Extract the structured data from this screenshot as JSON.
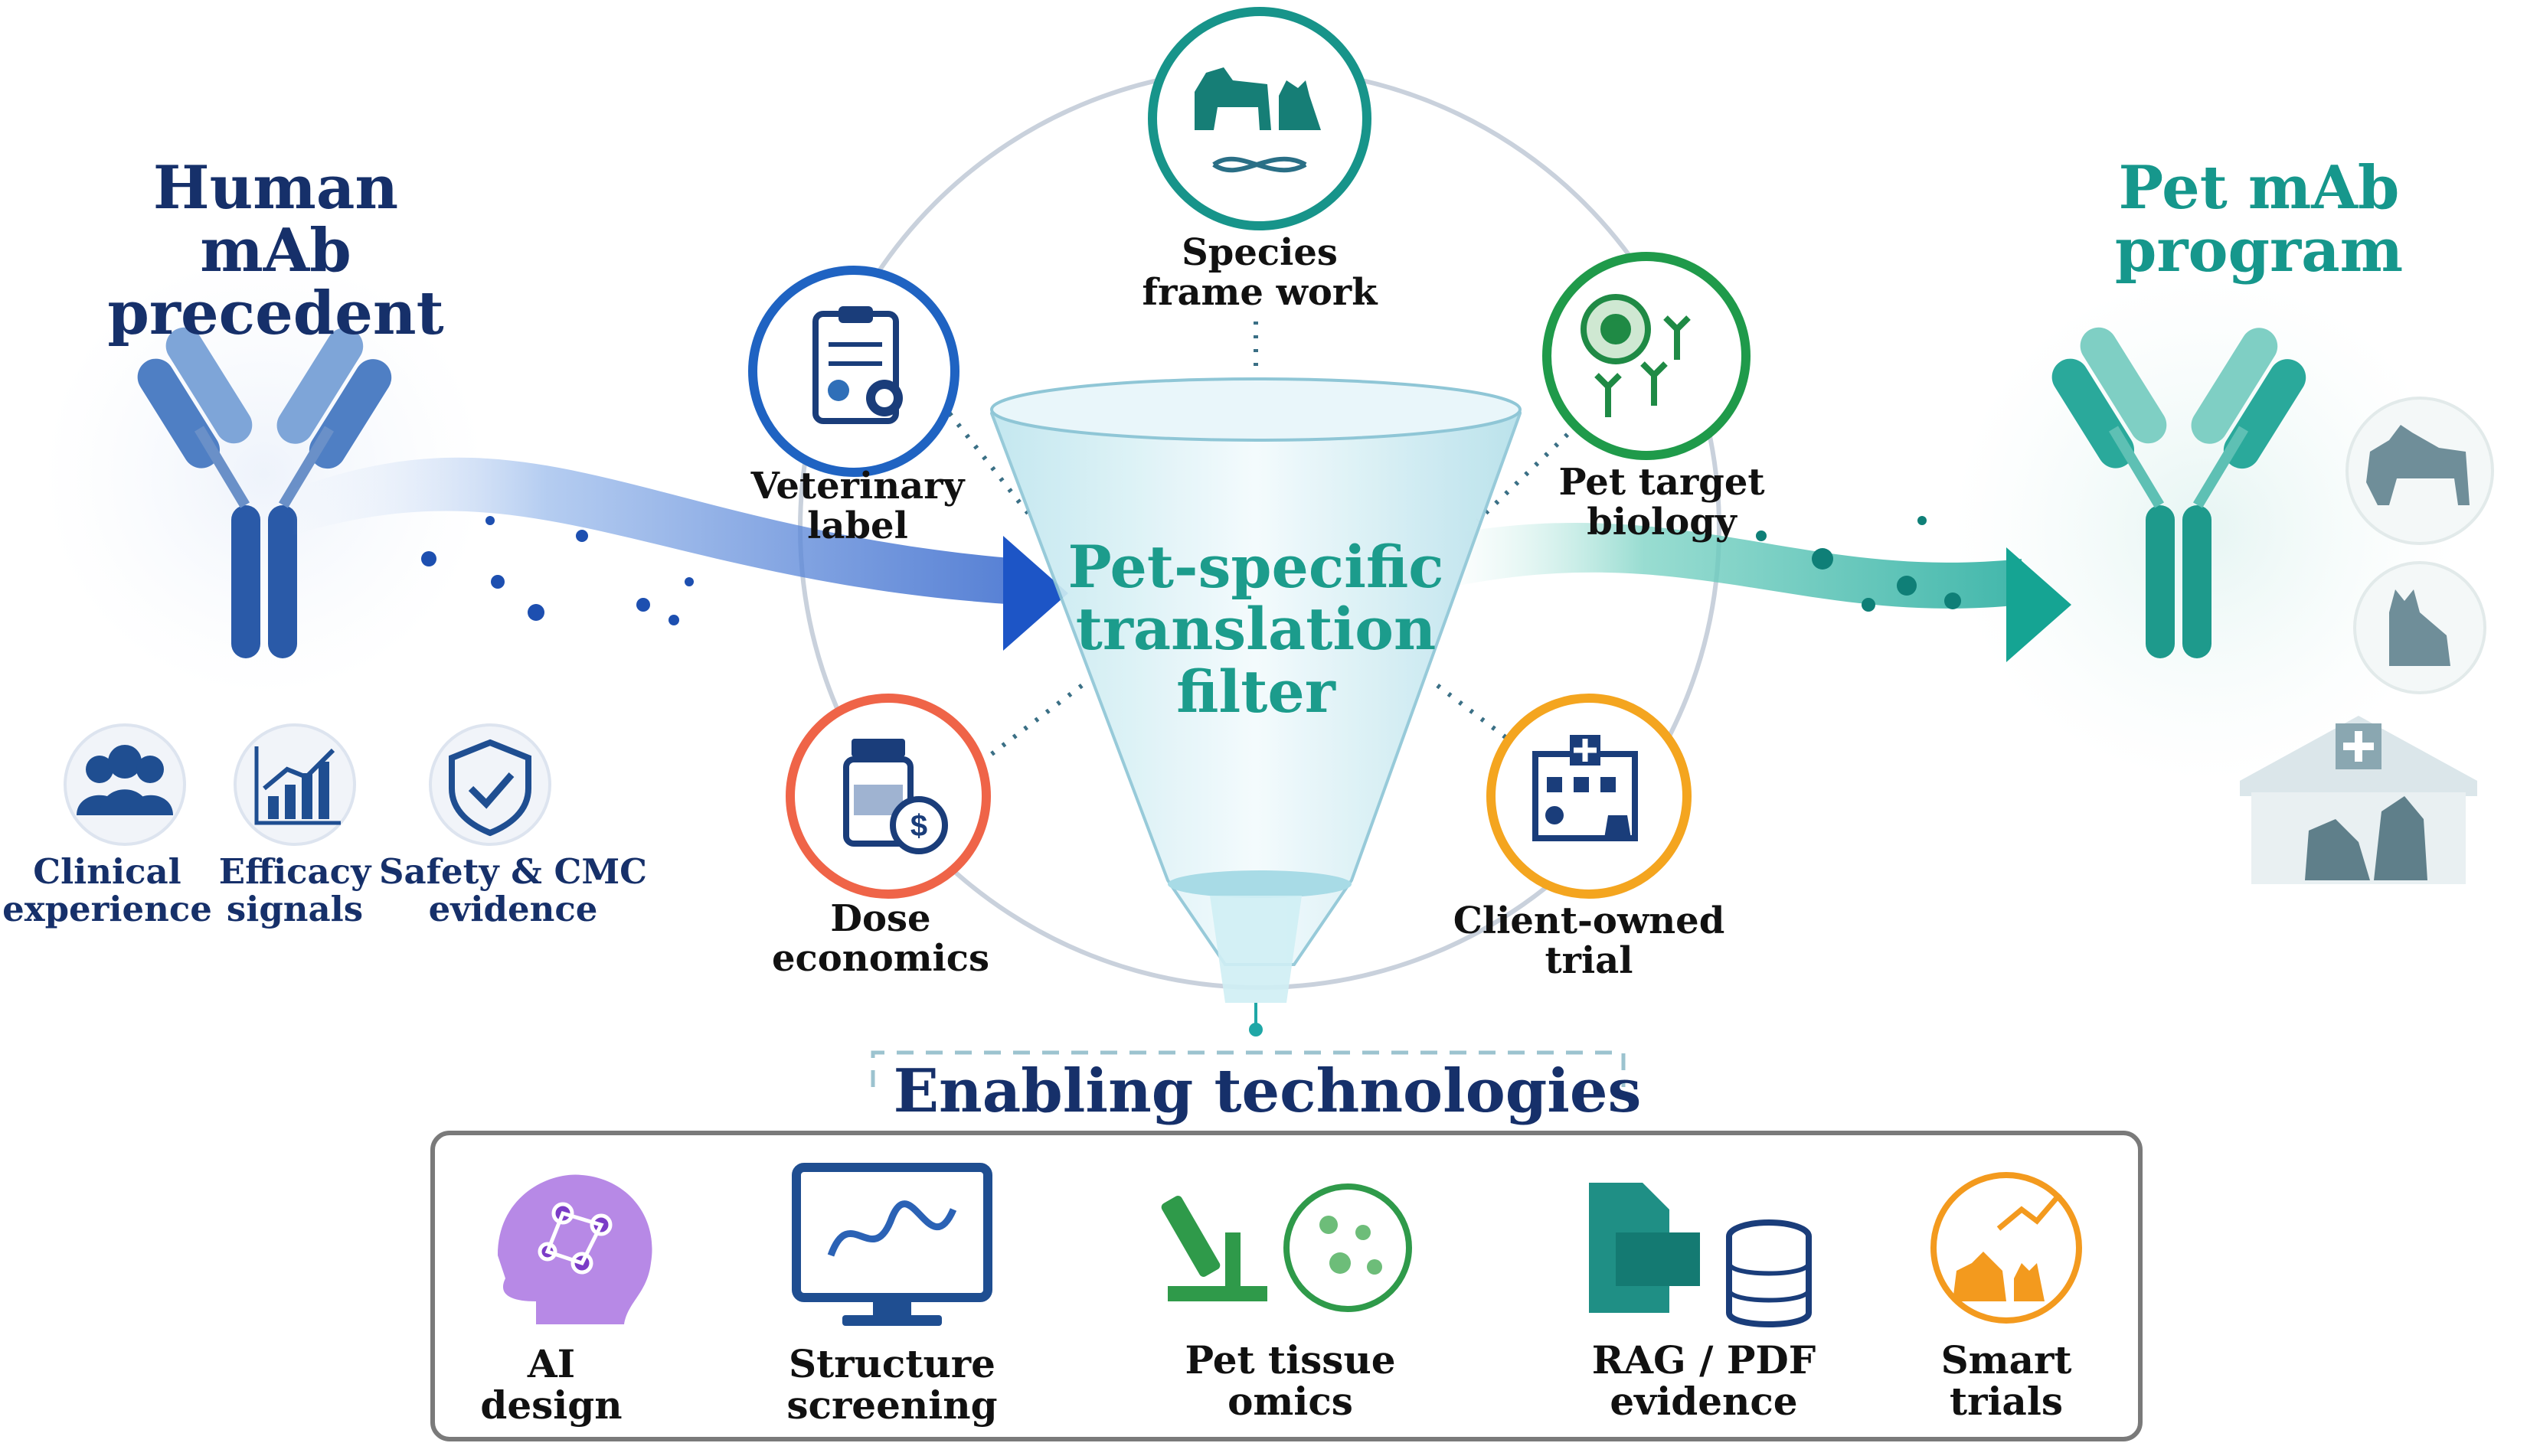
{
  "left_title": "Human mAb\nprecedent",
  "right_title": "Pet mAb\nprogram",
  "funnel_label": "Pet-specific\ntranslation\nfilter",
  "human_evidence": [
    {
      "label": "Clinical\nexperience",
      "icon": "people-group-icon"
    },
    {
      "label": "Efficacy\nsignals",
      "icon": "bar-chart-icon"
    },
    {
      "label": "Safety & CMC\nevidence",
      "icon": "shield-check-icon"
    }
  ],
  "filter_nodes": {
    "species": {
      "label": "Species\nframe work",
      "icon": "dog-cat-dna-icon",
      "color": "#17948a"
    },
    "veterinary": {
      "label": "Veterinary\nlabel",
      "icon": "clipboard-certificate-icon",
      "color": "#1f63c2"
    },
    "target": {
      "label": "Pet target\nbiology",
      "icon": "cell-antibody-icon",
      "color": "#1f9a4a"
    },
    "dose": {
      "label": "Dose\neconomics",
      "icon": "vial-dollar-icon",
      "color": "#ef6448"
    },
    "trial": {
      "label": "Client-owned\ntrial",
      "icon": "hospital-pets-icon",
      "color": "#f4a51f"
    }
  },
  "enabling_title": "Enabling technologies",
  "technologies": [
    {
      "label": "AI\ndesign",
      "icon": "ai-brain-icon",
      "color": "#9a57d6"
    },
    {
      "label": "Structure\nscreening",
      "icon": "monitor-protein-icon",
      "color": "#1f4e91"
    },
    {
      "label": "Pet tissue\nomics",
      "icon": "microscope-cells-icon",
      "color": "#2f9a4a"
    },
    {
      "label": "RAG / PDF\nevidence",
      "icon": "document-database-icon",
      "color": "#147a72"
    },
    {
      "label": "Smart\ntrials",
      "icon": "pets-trend-icon",
      "color": "#f39a1e"
    }
  ],
  "right_icons": [
    "dog-icon",
    "cat-icon",
    "vet-clinic-icon"
  ]
}
